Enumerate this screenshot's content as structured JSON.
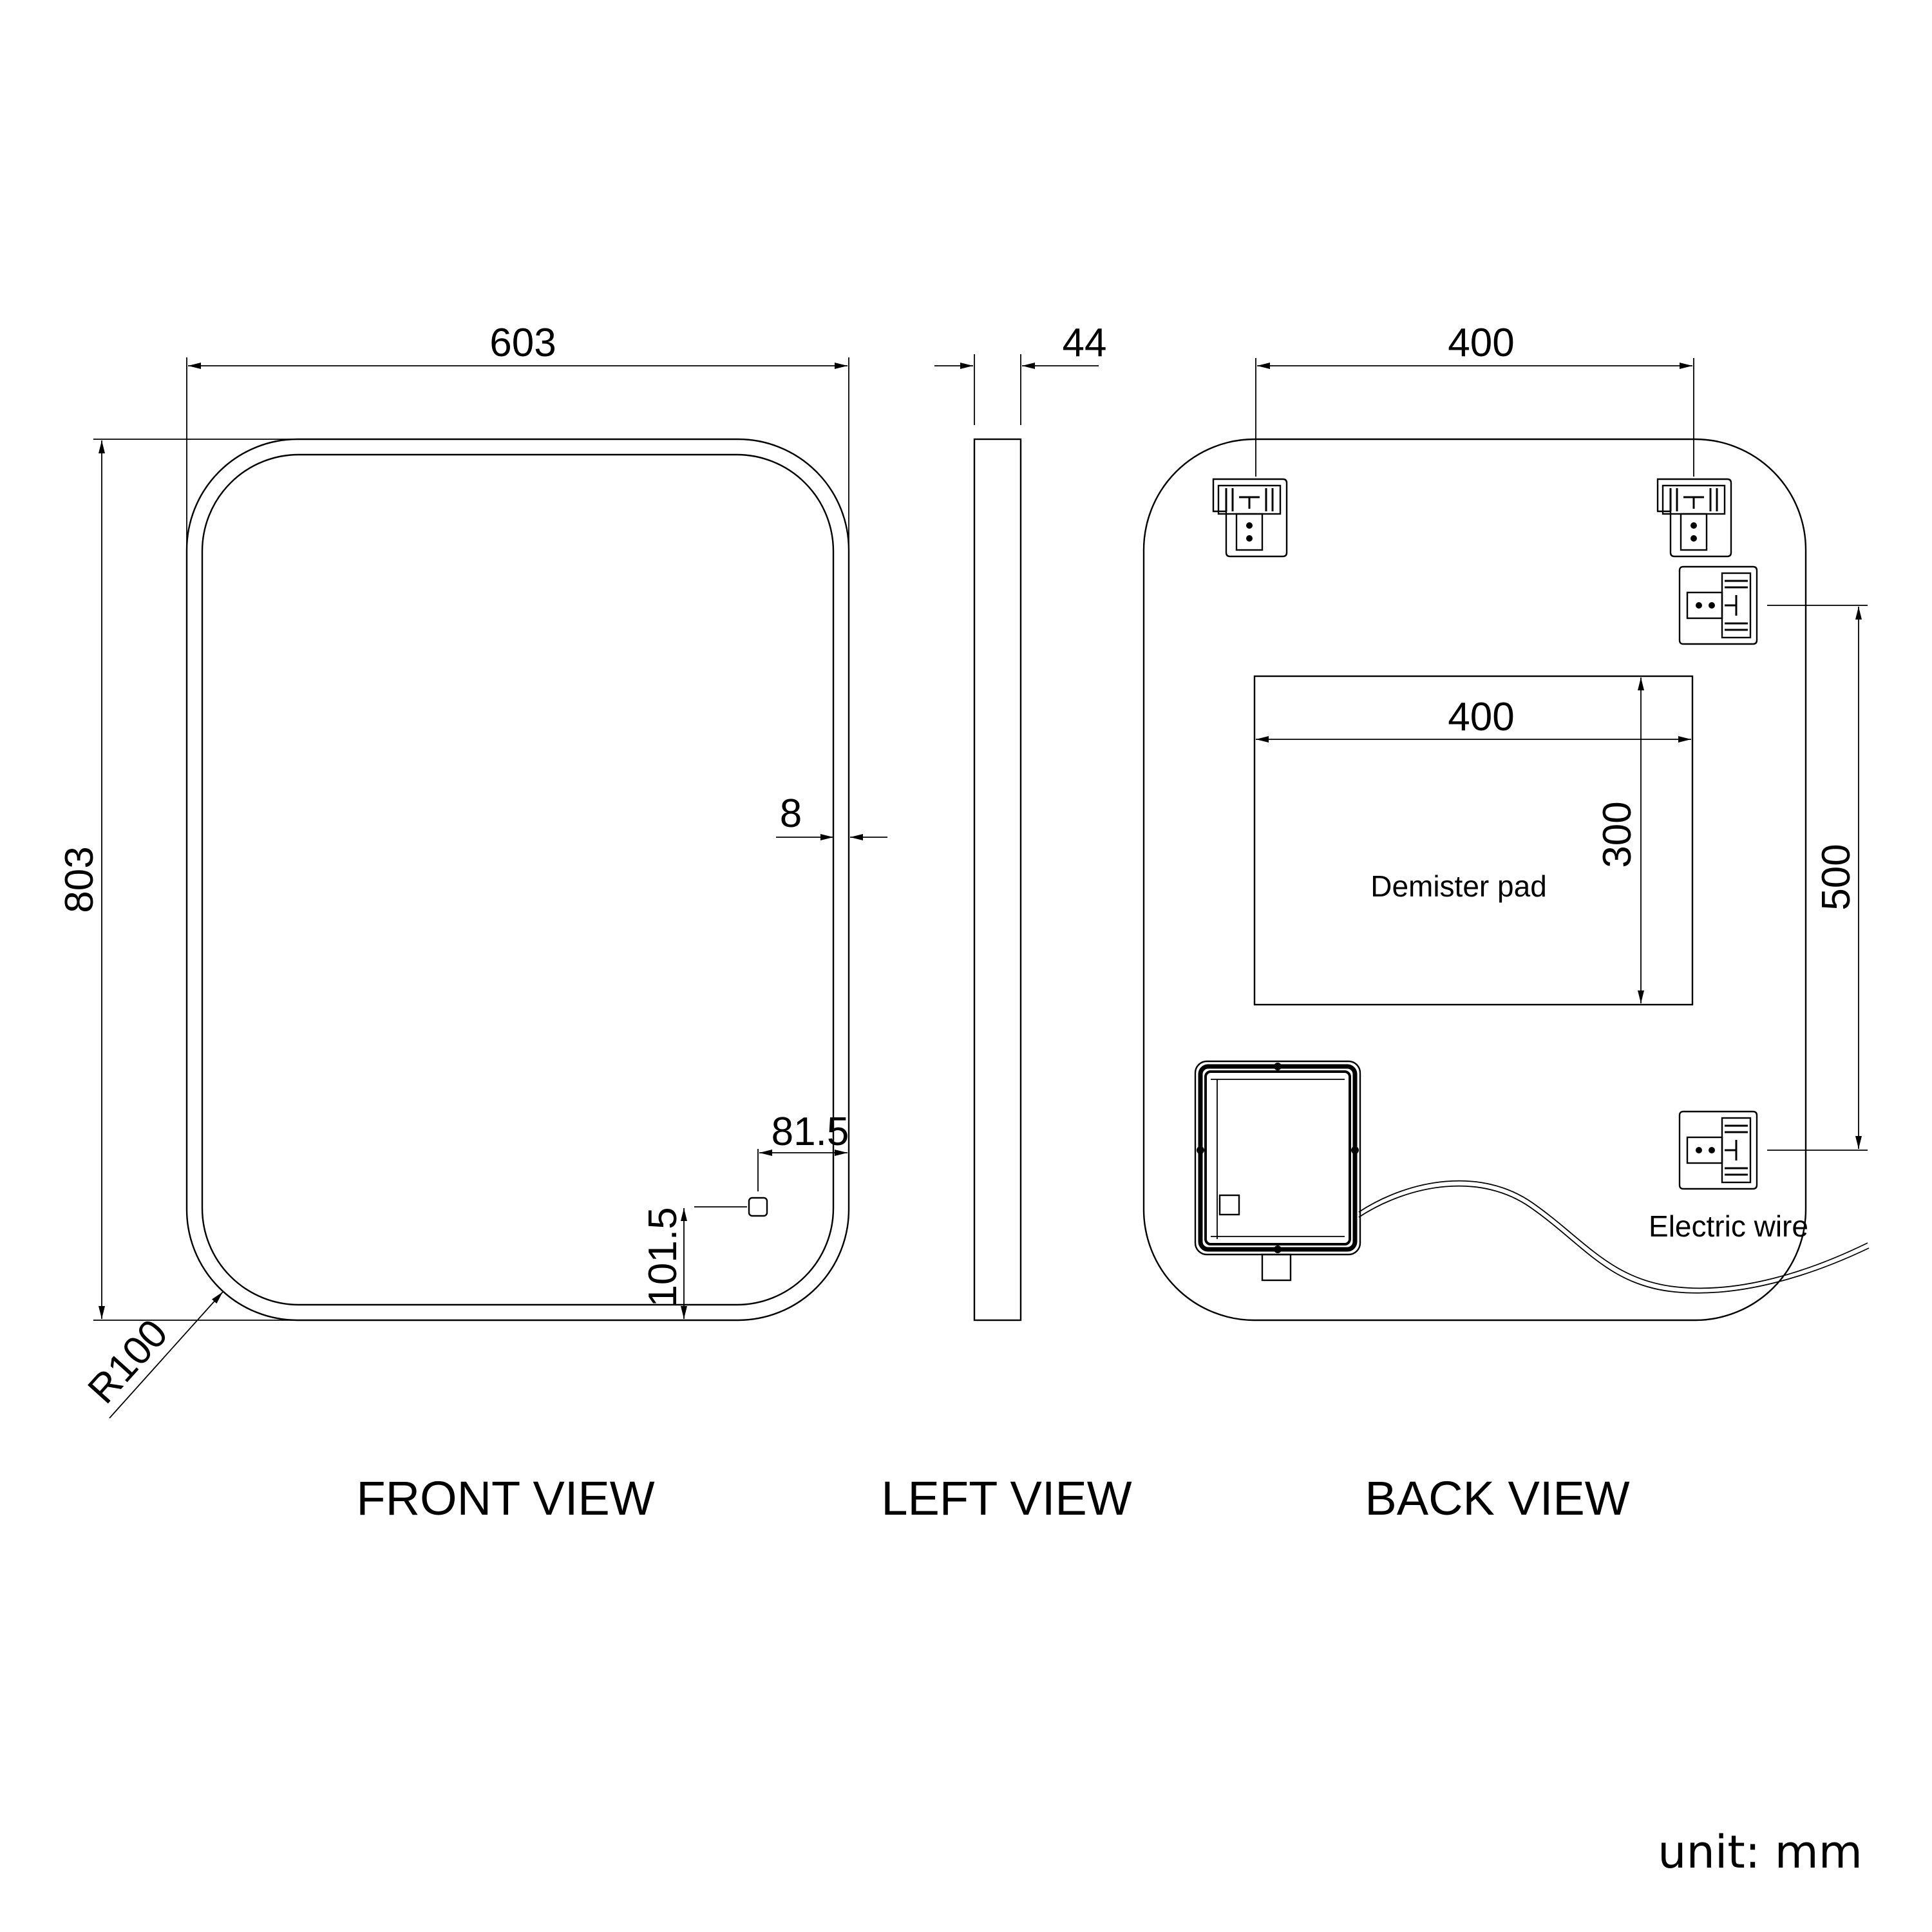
{
  "front_view": {
    "label": "FRONT VIEW",
    "dims": {
      "width": "603",
      "height": "803",
      "frame": "8",
      "switch_offset_x": "81.5",
      "switch_offset_y": "101.5",
      "radius": "R100"
    }
  },
  "left_view": {
    "label": "LEFT VIEW",
    "dims": {
      "depth": "44"
    }
  },
  "back_view": {
    "label": "BACK VIEW",
    "dims": {
      "bracket_spacing": "400",
      "pad_width": "400",
      "pad_height": "300",
      "vertical_spacing": "500"
    },
    "labels": {
      "demister": "Demister pad",
      "wire": "Electric wire"
    }
  },
  "unit": "unit: mm"
}
